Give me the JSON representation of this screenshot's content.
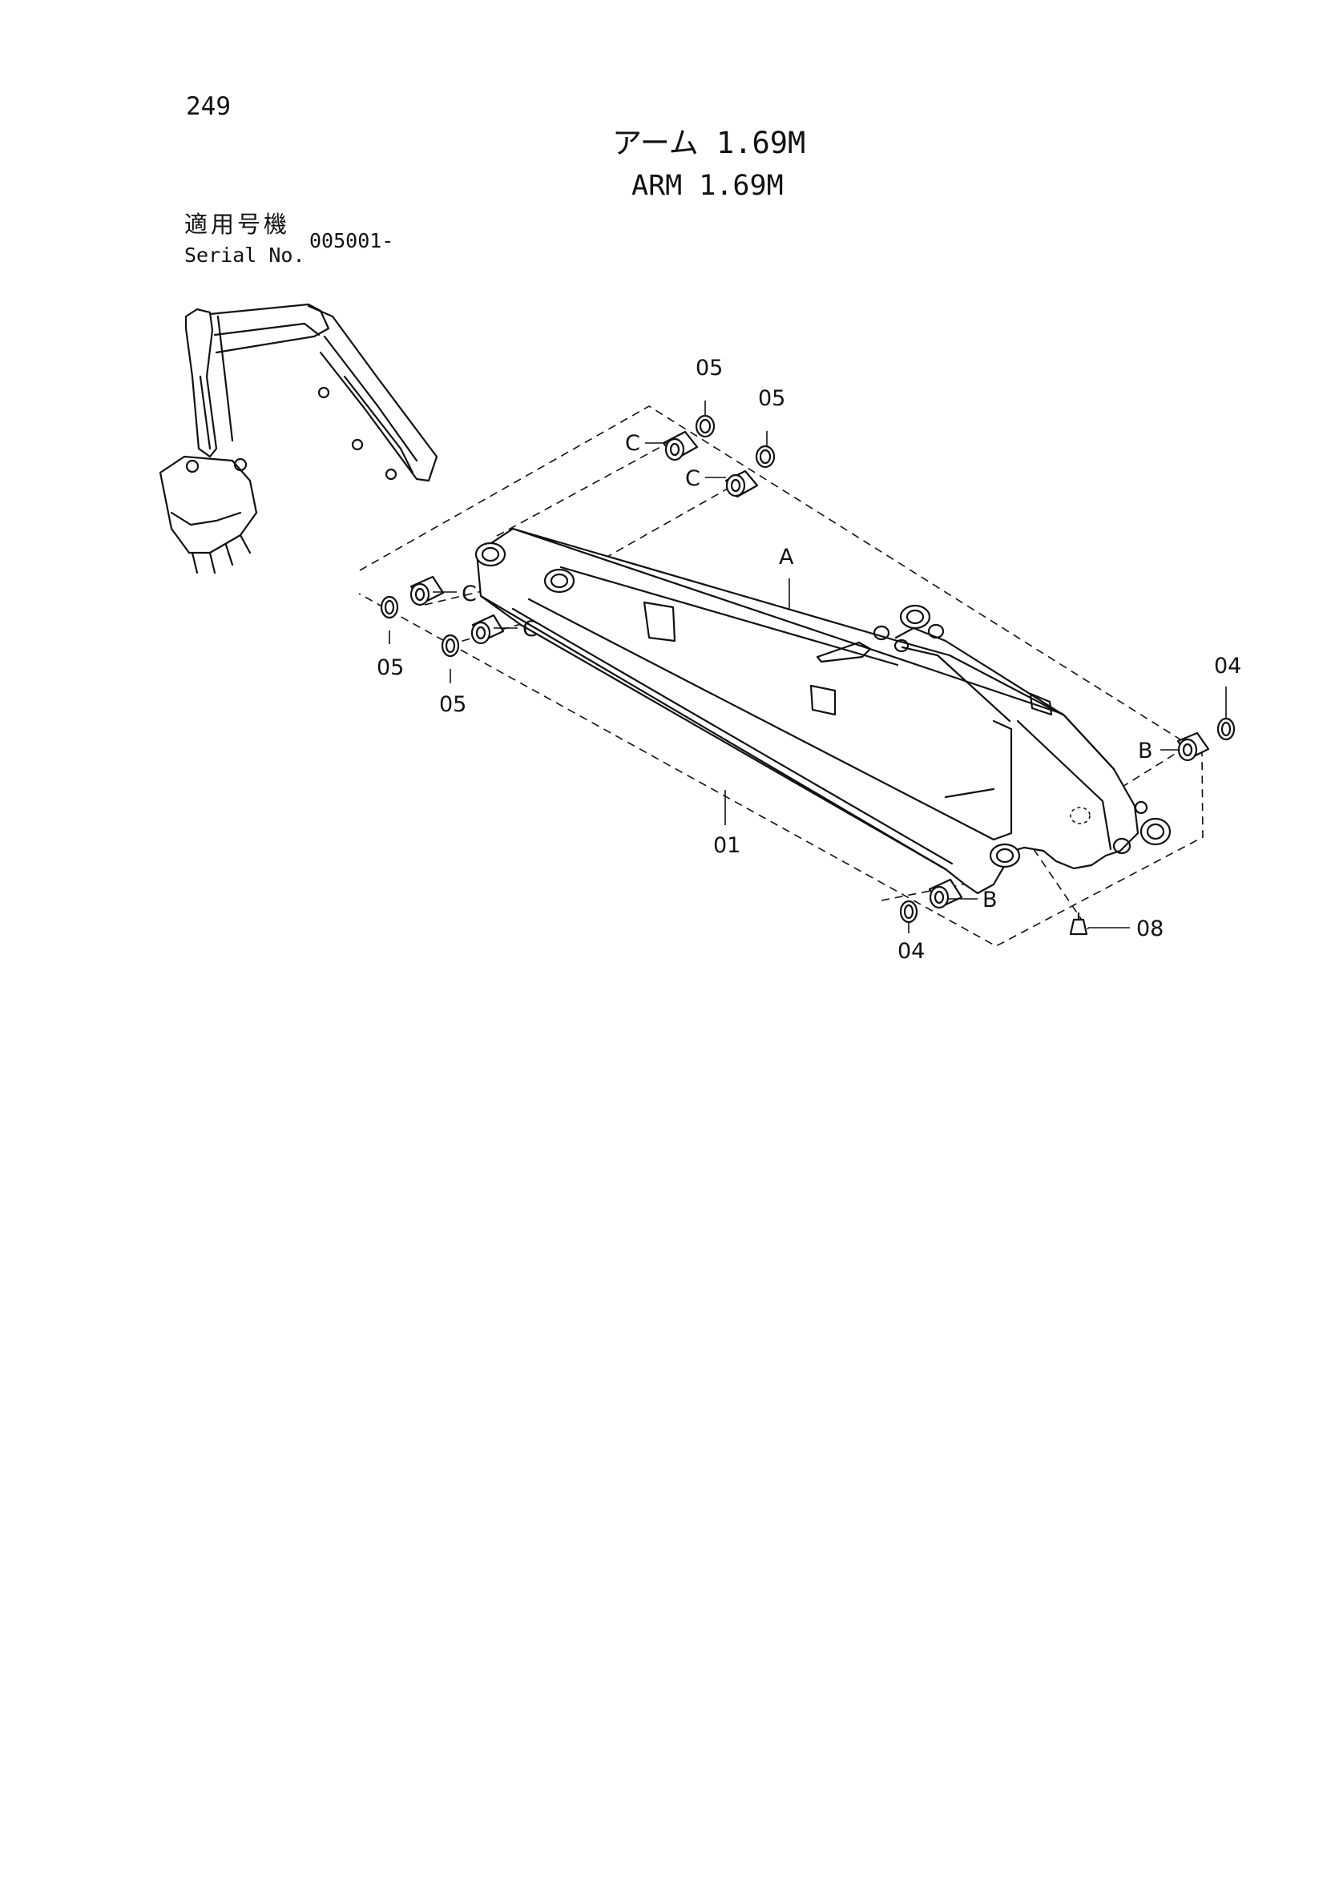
{
  "page": {
    "number": "249",
    "title_jp": "アーム 1.69M",
    "title_en": "ARM 1.69M",
    "serial_label_jp": "適用号機",
    "serial_label_en": "Serial No.",
    "serial_value": "005001-"
  },
  "callouts": {
    "p05_top_a": "05",
    "p05_top_b": "05",
    "p05_left_a": "05",
    "p05_left_b": "05",
    "p04_right": "04",
    "p04_bottom": "04",
    "p01": "01",
    "p08": "08",
    "label_a": "A",
    "label_b_right": "B",
    "label_b_bottom": "B",
    "label_c_top_a": "C",
    "label_c_top_b": "C",
    "label_c_left_a": "C",
    "label_c_left_b": "C"
  },
  "colors": {
    "ink": "#111111",
    "paper": "#ffffff"
  }
}
